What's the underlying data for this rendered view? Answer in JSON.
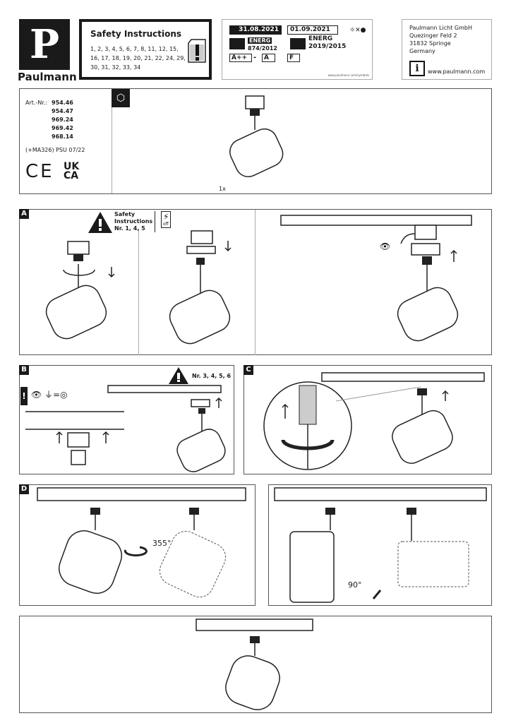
{
  "brand": {
    "logo_letter": "P",
    "name": "Paulmann"
  },
  "safety": {
    "title": "Safety Instructions",
    "numbers_line1": "1, 2,  3,  4,  5,  6,  7, 8, 11, 12, 15,",
    "numbers_line2": "16, 17, 18, 19, 20, 21, 22, 24, 29,",
    "numbers_line3": "30, 31, 32, 33, 34"
  },
  "energy": {
    "date_old": "31.08.2021",
    "date_new": "01.09.2021",
    "label_old": "ENERG",
    "reg_old": "874/2012",
    "label_new": "ENERG",
    "reg_new": "2019/2015",
    "class_old_from": "A++",
    "dash": "-",
    "class_old_to": "A",
    "class_new": "F",
    "url": "www.paulmann.com/symbols"
  },
  "address": {
    "company": "Paulmann Licht GmbH",
    "street": "Quezinger Feld 2",
    "city": "31832 Springe",
    "country": "Germany",
    "website": "www.paulmann.com"
  },
  "product": {
    "art_label": "Art.-Nr.:",
    "art_numbers": [
      "954.46",
      "954.47",
      "969.24",
      "969.42",
      "968.14"
    ],
    "psu": "(+MA326) PSU 07/22",
    "ce": "CE",
    "ukca_top": "UK",
    "ukca_bottom": "CA",
    "quantity": "1x"
  },
  "steps": {
    "A": {
      "label": "A",
      "safety_title1": "Safety",
      "safety_title2": "Instructions",
      "safety_numbers": "Nr. 1, 4, 5",
      "off": "off"
    },
    "B": {
      "label": "B",
      "safety_numbers": "Nr. 3, 4, 5, 6"
    },
    "C": {
      "label": "C"
    },
    "D": {
      "label": "D",
      "rotation": "355°",
      "tilt": "90°"
    }
  }
}
